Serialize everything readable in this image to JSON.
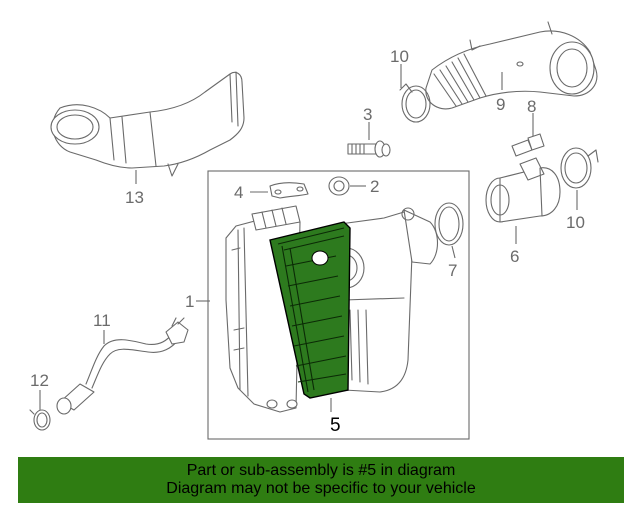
{
  "diagram": {
    "callouts": [
      "1",
      "2",
      "3",
      "4",
      "5",
      "6",
      "7",
      "8",
      "9",
      "10",
      "10",
      "11",
      "12",
      "13"
    ],
    "highlighted_part": "5",
    "highlight_color": "#2d7a1e"
  },
  "banner": {
    "line1": "Part or sub-assembly is #5 in diagram",
    "line2": "Diagram may not be specific to your vehicle",
    "background": "#2f7d12"
  }
}
